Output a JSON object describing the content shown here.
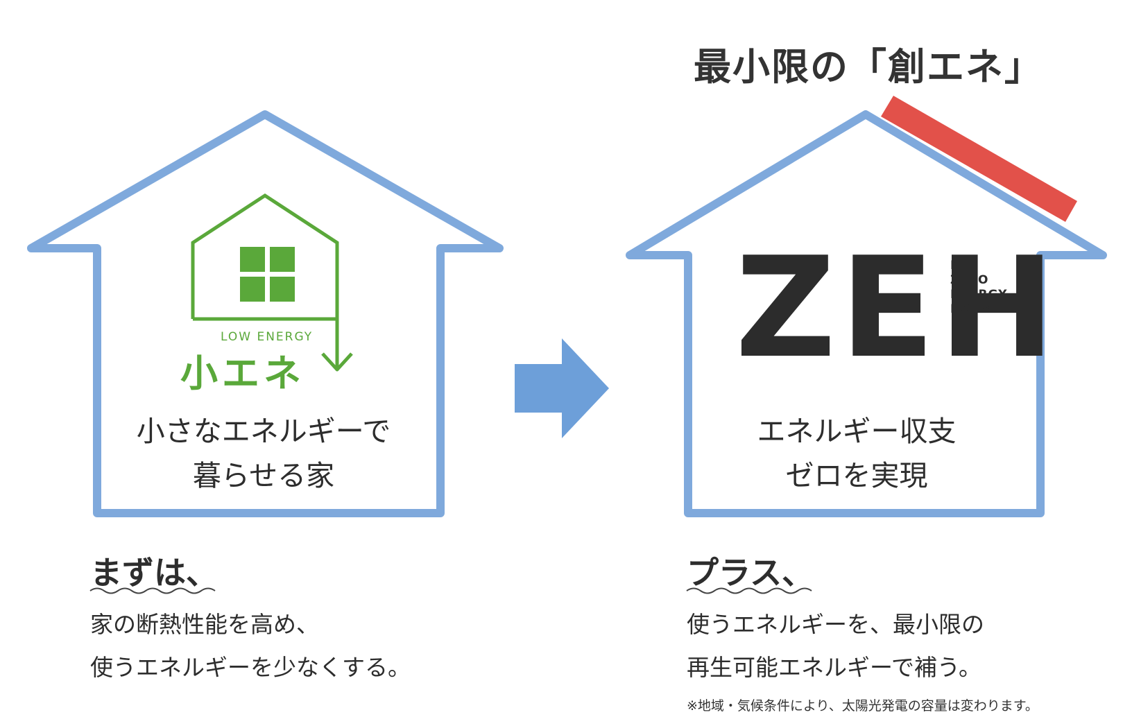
{
  "top_title": "最小限の「創エネ」",
  "left_house": {
    "logo_label": "LOW ENERGY",
    "logo_title": "小エネ",
    "caption_line1": "小さなエネルギーで",
    "caption_line2": "暮らせる家"
  },
  "right_house": {
    "logo": "ZEH",
    "logo_sub": [
      "NET",
      "ZERO",
      "ENERGY",
      "HOUSE"
    ],
    "caption_line1": "エネルギー収支",
    "caption_line2": "ゼロを実現"
  },
  "left_section": {
    "heading": "まずは、",
    "line1": "家の断熱性能を高め、",
    "line2": "使うエネルギーを少なくする。"
  },
  "right_section": {
    "heading": "プラス、",
    "line1": "使うエネルギーを、最小限の",
    "line2": "再生可能エネルギーで補う。"
  },
  "note": "※地域・気候条件により、太陽光発電の容量は変わります。",
  "colors": {
    "house_outline": "#7fa9dc",
    "arrow": "#6d9fd9",
    "logo_green": "#5aa83a",
    "solar_panel": "#e2514a"
  }
}
